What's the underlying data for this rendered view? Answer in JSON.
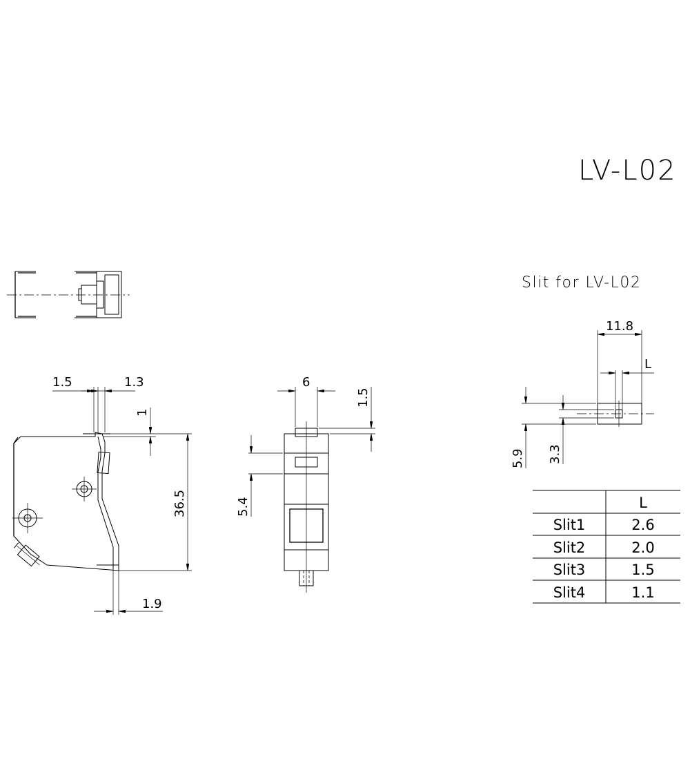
{
  "title": "LV-L02",
  "slit_title": "Slit for LV-L02",
  "dimensions": {
    "d_1_5_left": "1.5",
    "d_1_3": "1.3",
    "d_1": "1",
    "d_36_5": "36.5",
    "d_1_9": "1.9",
    "d_6": "6",
    "d_1_5_right": "1.5",
    "d_5_4": "5.4",
    "d_11_8": "11.8",
    "d_L": "L",
    "d_5_9": "5.9",
    "d_3_3": "3.3"
  },
  "slit_table": {
    "header": [
      "",
      "L"
    ],
    "rows": [
      {
        "name": "Slit1",
        "value": "2.6"
      },
      {
        "name": "Slit2",
        "value": "2.0"
      },
      {
        "name": "Slit3",
        "value": "1.5"
      },
      {
        "name": "Slit4",
        "value": "1.1"
      }
    ]
  }
}
